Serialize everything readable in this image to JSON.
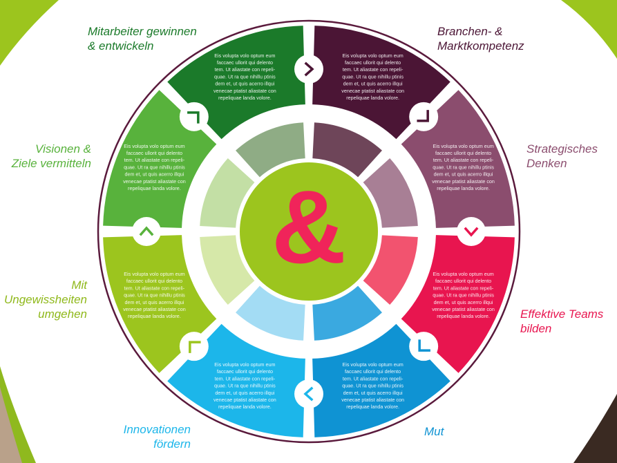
{
  "center": {
    "symbol": "&",
    "color": "#f0245a",
    "bg": "#9cc51e"
  },
  "body_text": [
    "Eis volupta volo optum eum",
    "faccaec ullorit qui delento",
    "tem. Ut aliastate con repeli-",
    "quae. Ut ra que nihillu ptinis",
    "dem et, ut quis acerro illqui",
    "venecae ptatist aliastate con",
    "repeliquae landa volore."
  ],
  "segments": [
    {
      "id": "mitarbeiter",
      "label_lines": [
        "Mitarbeiter gewinnen",
        "& entwickeln"
      ],
      "color": "#1b7a2a",
      "inner": "#8fac85",
      "label_color": "#1b7a2a"
    },
    {
      "id": "branchen",
      "label_lines": [
        "Branchen- &",
        "Marktkompetenz"
      ],
      "color": "#4b1535",
      "inner": "#6e4559",
      "label_color": "#4b1535"
    },
    {
      "id": "strategisches",
      "label_lines": [
        "Strategisches",
        "Denken"
      ],
      "color": "#8b4d6e",
      "inner": "#a87f95",
      "label_color": "#8b4d6e"
    },
    {
      "id": "effektive",
      "label_lines": [
        "Effektive Teams",
        "bilden"
      ],
      "color": "#e8154f",
      "inner": "#f2536f",
      "label_color": "#e8154f"
    },
    {
      "id": "mut",
      "label_lines": [
        "Mut"
      ],
      "color": "#0f93d3",
      "inner": "#3aa9e0",
      "label_color": "#0f93d3"
    },
    {
      "id": "innovationen",
      "label_lines": [
        "Innovationen",
        "fördern"
      ],
      "color": "#1cb6ea",
      "inner": "#a3dcf4",
      "label_color": "#1cb6ea"
    },
    {
      "id": "ungewissheiten",
      "label_lines": [
        "Mit",
        "Ungewissheiten",
        "umgehen"
      ],
      "color": "#9cc51e",
      "inner": "#d6e8a9",
      "label_color": "#8fb81a"
    },
    {
      "id": "visionen",
      "label_lines": [
        "Visionen &",
        "Ziele vermitteln"
      ],
      "color": "#58b23c",
      "inner": "#c3dfa5",
      "label_color": "#58b23c"
    }
  ],
  "ring_color": "#5a1a3c",
  "background_accent": "#9cc51e"
}
